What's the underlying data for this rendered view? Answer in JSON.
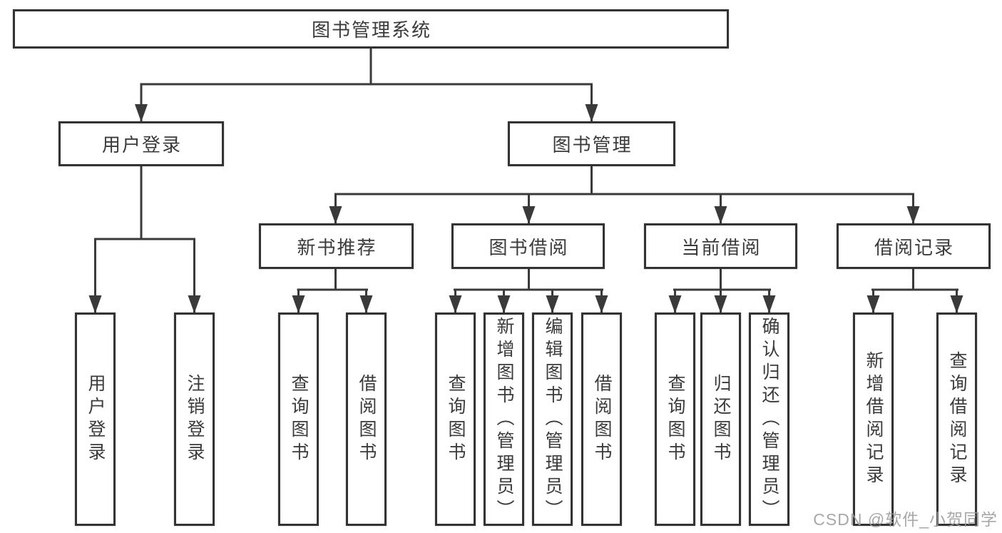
{
  "tree": {
    "root": {
      "label": "图书管理系统"
    },
    "children": [
      {
        "label": "用户登录",
        "children": [
          {
            "label": "用户登录"
          },
          {
            "label": "注销登录"
          }
        ]
      },
      {
        "label": "图书管理",
        "children": [
          {
            "label": "新书推荐",
            "children": [
              {
                "label": "查询图书"
              },
              {
                "label": "借阅图书"
              }
            ]
          },
          {
            "label": "图书借阅",
            "children": [
              {
                "label": "查询图书"
              },
              {
                "label": "新增图书（管理员）"
              },
              {
                "label": "编辑图书（管理员）"
              },
              {
                "label": "借阅图书"
              }
            ]
          },
          {
            "label": "当前借阅",
            "children": [
              {
                "label": "查询图书"
              },
              {
                "label": "归还图书"
              },
              {
                "label": "确认归还（管理员）"
              }
            ]
          },
          {
            "label": "借阅记录",
            "children": [
              {
                "label": "新增借阅记录"
              },
              {
                "label": "查询借阅记录"
              }
            ]
          }
        ]
      }
    ]
  },
  "watermark": {
    "text": "CSDN @软件_小贺同学",
    "color": "#9c9c9c"
  },
  "colors": {
    "line": "#3a3a3a",
    "box_border": "#333333",
    "box_background": "#ffffff",
    "text": "#3b3b3b",
    "page_background": "#ffffff"
  }
}
